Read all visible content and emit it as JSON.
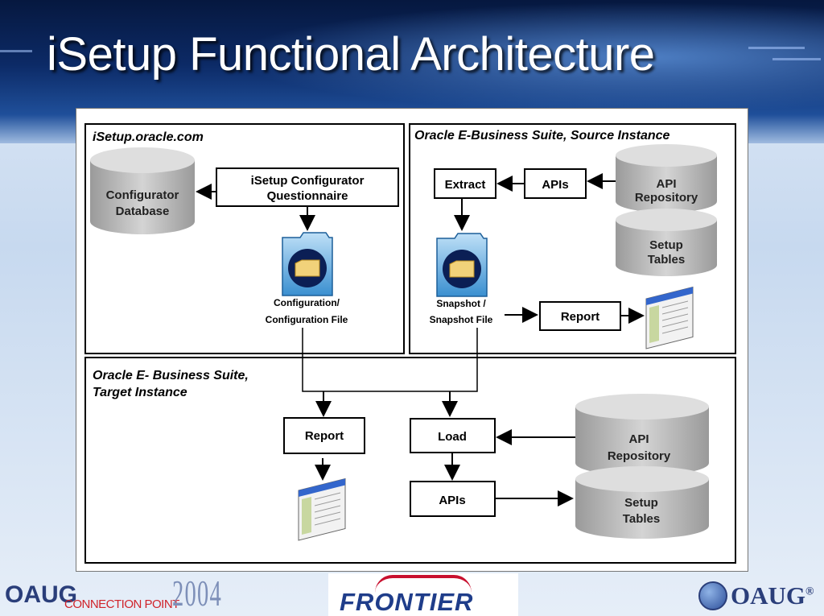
{
  "slide": {
    "title": "iSetup Functional Architecture"
  },
  "diagram": {
    "panel_isetup": {
      "title": "iSetup.oracle.com",
      "configurator_database": [
        "Configurator",
        "Database"
      ],
      "questionnaire": [
        "iSetup Configurator",
        "Questionnaire"
      ],
      "config_file": [
        "Configuration/",
        "Configuration File"
      ]
    },
    "panel_source": {
      "title": "Oracle E-Business Suite, Source Instance",
      "extract": "Extract",
      "apis": "APIs",
      "api_repository": [
        "API",
        "Repository"
      ],
      "setup_tables": [
        "Setup",
        "Tables"
      ],
      "snapshot_file": [
        "Snapshot /",
        "Snapshot File"
      ],
      "report": "Report"
    },
    "panel_target": {
      "title": [
        "Oracle E- Business Suite,",
        "Target  Instance"
      ],
      "report": "Report",
      "load": "Load",
      "apis": "APIs",
      "api_repository": [
        "API",
        "Repository"
      ],
      "setup_tables": [
        "Setup",
        "Tables"
      ]
    }
  },
  "footer": {
    "oaug_left": "OAUG",
    "connection_point": "CONNECTION POINT",
    "year": "2004",
    "frontier": "FRONTIER",
    "oaug_right": "OAUG",
    "registered_mark": "®"
  },
  "colors": {
    "cylinder_fill": "#c9c9c9",
    "header_dark": "#0c2a66",
    "frontier_red": "#c8102e",
    "frontier_blue": "#1f3d8a"
  }
}
